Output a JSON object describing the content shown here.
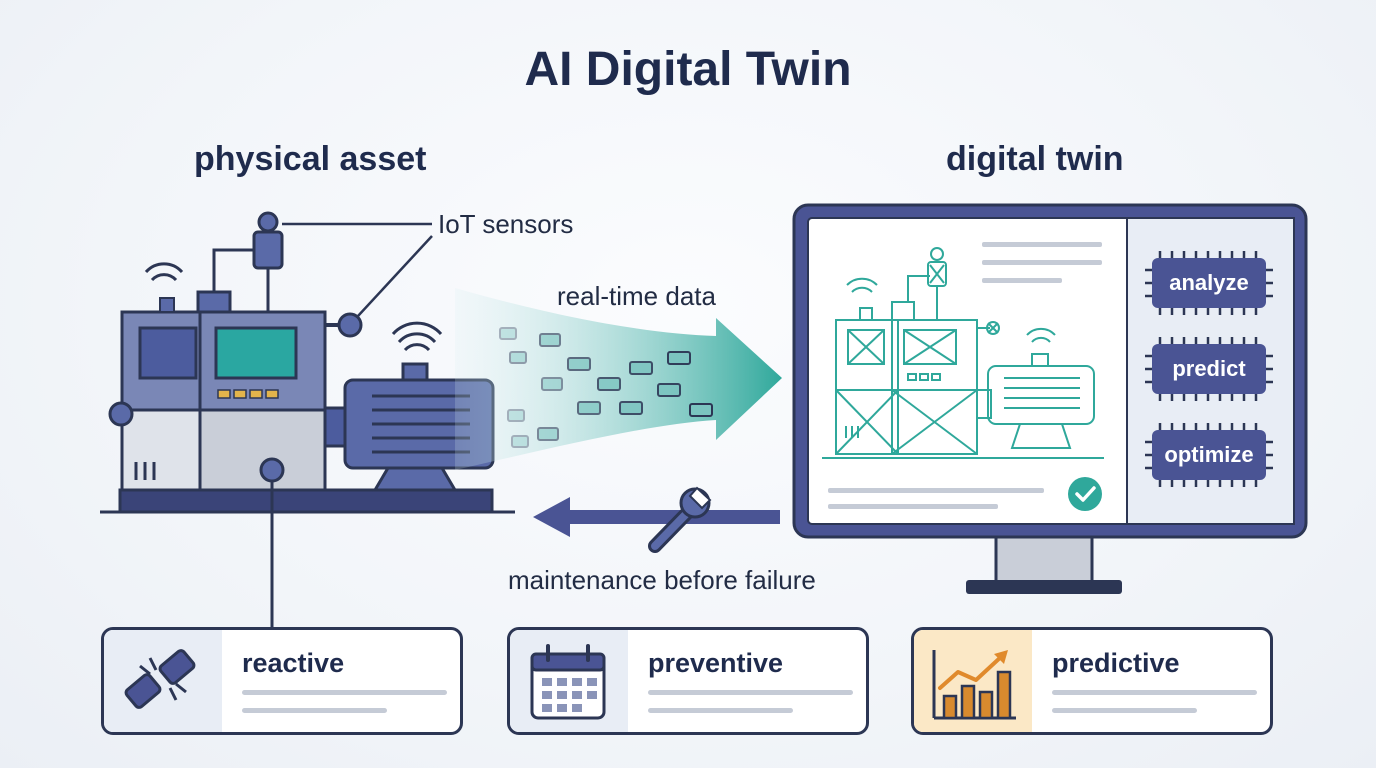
{
  "title": "AI Digital Twin",
  "physical_asset": {
    "heading": "physical asset",
    "sensor_label": "IoT sensors"
  },
  "data_flow": {
    "label": "real-time data"
  },
  "feedback": {
    "label": "maintenance before failure"
  },
  "digital_twin": {
    "heading": "digital twin",
    "functions": [
      "analyze",
      "predict",
      "optimize"
    ]
  },
  "maintenance_types": [
    {
      "label": "reactive",
      "icon": "broken-link-icon"
    },
    {
      "label": "preventive",
      "icon": "calendar-icon"
    },
    {
      "label": "predictive",
      "icon": "bar-chart-trend-icon"
    }
  ],
  "colors": {
    "navy": "#2c3654",
    "machine_fill": "#5a6aa8",
    "teal": "#2fa89b",
    "chip": "#4a5494",
    "orange": "#e08a2c"
  }
}
